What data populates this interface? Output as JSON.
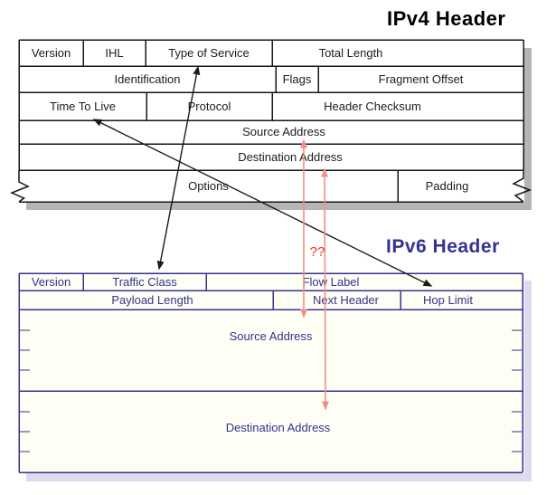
{
  "ipv4": {
    "title": "IPv4 Header",
    "fields": {
      "version": "Version",
      "ihl": "IHL",
      "type_of_service": "Type of Service",
      "total_length": "Total Length",
      "identification": "Identification",
      "flags": "Flags",
      "fragment_offset": "Fragment Offset",
      "time_to_live": "Time To Live",
      "protocol": "Protocol",
      "header_checksum": "Header Checksum",
      "source_address": "Source Address",
      "destination_address": "Destination Address",
      "options": "Options",
      "padding": "Padding"
    }
  },
  "ipv6": {
    "title": "IPv6 Header",
    "fields": {
      "version": "Version",
      "traffic_class": "Traffic Class",
      "flow_label": "Flow Label",
      "payload_length": "Payload Length",
      "next_header": "Next Header",
      "hop_limit": "Hop Limit",
      "source_address": "Source Address",
      "destination_address": "Destination Address"
    }
  },
  "annotations": {
    "question_marks": "??"
  },
  "mappings": [
    {
      "from": "IPv4 Type of Service",
      "to": "IPv6 Traffic Class",
      "style": "black-double-arrow"
    },
    {
      "from": "IPv4 Time To Live",
      "to": "IPv6 Hop Limit",
      "style": "black-double-arrow"
    },
    {
      "from": "IPv4 Source Address",
      "to": "IPv6 Source Address",
      "style": "salmon-double-arrow"
    },
    {
      "from": "IPv4 Destination Address",
      "to": "IPv6 Destination Address",
      "style": "salmon-double-arrow"
    }
  ],
  "colors": {
    "ipv4_line": "#161616",
    "ipv4_text": "#1c1c1c",
    "ipv6_line": "#333391",
    "arrow_black": "#1a1a1a",
    "arrow_salmon": "#ef9184",
    "question_red": "#e23a28",
    "shadow_gray": "#b5b5b5",
    "shadow_lavender": "#dcdcee",
    "ipv6_fill": "#fffef5"
  }
}
